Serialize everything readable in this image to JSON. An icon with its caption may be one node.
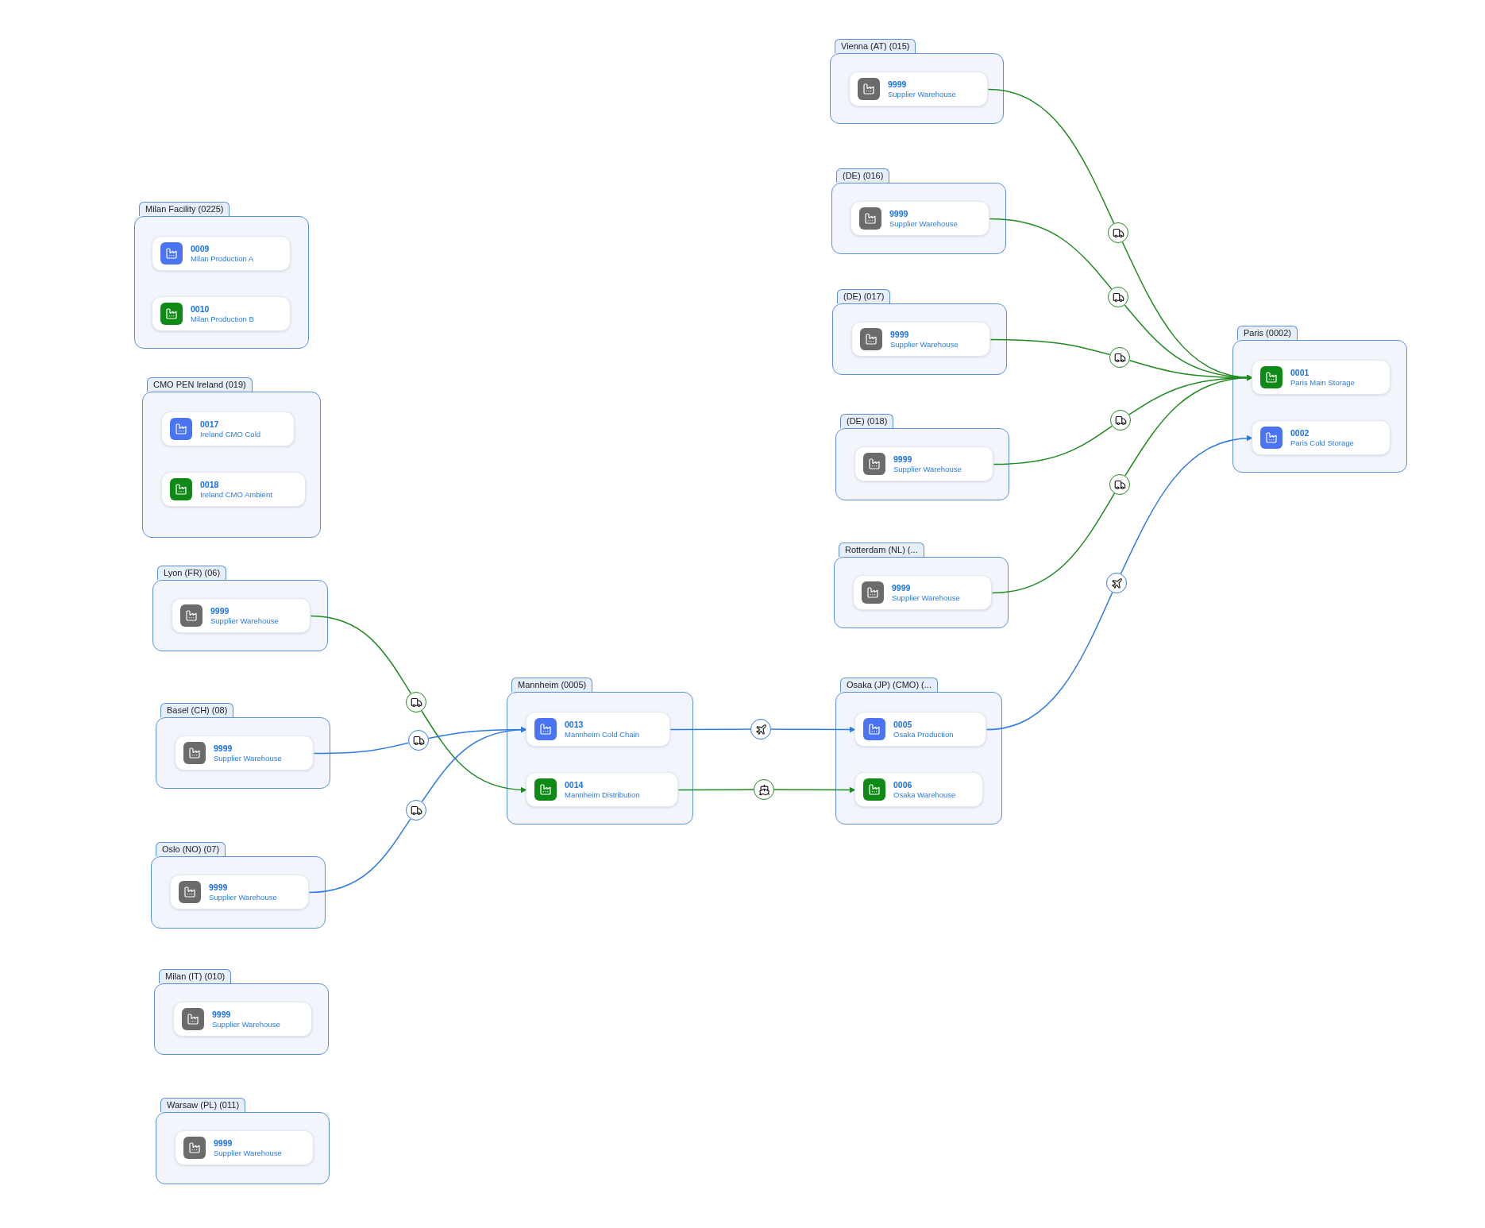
{
  "diagram": {
    "nodes": [
      {
        "text": [
          "Milan Facility (0225)"
        ]
      },
      {
        "text": [
          "0009",
          "Milan Production A"
        ],
        "in": 0
      },
      {
        "text": [
          "0010",
          "Milan Production B"
        ],
        "in": 0
      },
      {
        "text": [
          "CMO PEN Ireland (019)"
        ]
      },
      {
        "text": [
          "0017",
          "Ireland CMO Cold"
        ],
        "in": 3
      },
      {
        "text": [
          "0018",
          "Ireland CMO Ambient"
        ],
        "in": 3
      },
      {
        "text": [
          "Lyon (FR) (06)"
        ]
      },
      {
        "text": [
          "9999",
          "Supplier Warehouse"
        ],
        "in": 6
      },
      {
        "text": [
          "Basel (CH) (08)"
        ]
      },
      {
        "text": [
          "9999",
          "Supplier Warehouse"
        ],
        "in": 8
      },
      {
        "text": [
          "Oslo (NO) (07)"
        ]
      },
      {
        "text": [
          "9999",
          "Supplier Warehouse"
        ],
        "in": 10
      },
      {
        "text": [
          "Milan (IT) (010)"
        ]
      },
      {
        "text": [
          "9999",
          "Supplier Warehouse"
        ],
        "in": 12
      },
      {
        "text": [
          "Warsaw (PL) (011)"
        ]
      },
      {
        "text": [
          "9999",
          "Supplier Warehouse"
        ],
        "in": 14
      },
      {
        "text": [
          "Mannheim (0005)"
        ]
      },
      {
        "text": [
          "0013",
          "Mannheim Cold Chain"
        ],
        "in": 16
      },
      {
        "text": [
          "0014",
          "Mannheim Distribution"
        ],
        "in": 16
      },
      {
        "text": [
          "Osaka (JP) (CMO) (..."
        ]
      },
      {
        "text": [
          "0005",
          "Osaka Production"
        ],
        "in": 19
      },
      {
        "text": [
          "0006",
          "Osaka Warehouse"
        ],
        "in": 19
      },
      {
        "text": [
          "Vienna (AT) (015)"
        ]
      },
      {
        "text": [
          "9999",
          "Supplier Warehouse"
        ],
        "in": 22
      },
      {
        "text": [
          "(DE) (016)"
        ]
      },
      {
        "text": [
          "9999",
          "Supplier Warehouse"
        ],
        "in": 24
      },
      {
        "text": [
          "(DE) (017)"
        ]
      },
      {
        "text": [
          "9999",
          "Supplier Warehouse"
        ],
        "in": 26
      },
      {
        "text": [
          "(DE) (018)"
        ]
      },
      {
        "text": [
          "9999",
          "Supplier Warehouse"
        ],
        "in": 28
      },
      {
        "text": [
          "Rotterdam (NL) (..."
        ]
      },
      {
        "text": [
          "9999",
          "Supplier Warehouse"
        ],
        "in": 30
      },
      {
        "text": [
          "Paris (0002)"
        ]
      },
      {
        "text": [
          "0001",
          "Paris Main Storage"
        ],
        "in": 32
      },
      {
        "text": [
          "0002",
          "Paris Cold Storage"
        ],
        "in": 32
      },
      {
        "text": [],
        "shape": "circle"
      },
      {
        "text": [],
        "shape": "circle"
      },
      {
        "text": [],
        "shape": "circle"
      },
      {
        "text": [],
        "shape": "circle"
      },
      {
        "text": [],
        "shape": "circle"
      },
      {
        "text": [],
        "shape": "circle"
      },
      {
        "text": [],
        "shape": "circle"
      },
      {
        "text": [],
        "shape": "circle"
      },
      {
        "text": [],
        "shape": "circle"
      },
      {
        "text": [],
        "shape": "circle"
      },
      {
        "text": [],
        "shape": "circle"
      }
    ],
    "edges": [
      {
        "from": 7,
        "to": 35,
        "arrow": "none"
      },
      {
        "from": 35,
        "to": 18,
        "arrow": "to"
      },
      {
        "from": 9,
        "to": 36,
        "arrow": "none",
        "color": "#2f7be5"
      },
      {
        "from": 36,
        "to": 17,
        "arrow": "to",
        "color": "#2f7be5"
      },
      {
        "from": 11,
        "to": 37,
        "arrow": "none",
        "color": "#2f7be5"
      },
      {
        "from": 37,
        "to": 17,
        "arrow": "to",
        "color": "#2f7be5"
      },
      {
        "from": 17,
        "to": 38,
        "arrow": "none",
        "color": "#2f7be5"
      },
      {
        "from": 38,
        "to": 20,
        "arrow": "to",
        "color": "#2f7be5"
      },
      {
        "from": 18,
        "to": 39,
        "arrow": "none"
      },
      {
        "from": 39,
        "to": 21,
        "arrow": "to"
      },
      {
        "from": 23,
        "to": 40,
        "arrow": "none"
      },
      {
        "from": 40,
        "to": 33,
        "arrow": "to"
      },
      {
        "from": 25,
        "to": 41,
        "arrow": "none"
      },
      {
        "from": 41,
        "to": 33,
        "arrow": "to"
      },
      {
        "from": 27,
        "to": 42,
        "arrow": "none"
      },
      {
        "from": 42,
        "to": 33,
        "arrow": "to"
      },
      {
        "from": 29,
        "to": 43,
        "arrow": "none"
      },
      {
        "from": 43,
        "to": 33,
        "arrow": "to"
      },
      {
        "from": 31,
        "to": 44,
        "arrow": "none"
      },
      {
        "from": 44,
        "to": 33,
        "arrow": "to"
      },
      {
        "from": 20,
        "to": 45,
        "arrow": "none",
        "color": "#2f7be5"
      },
      {
        "from": 45,
        "to": 34,
        "arrow": "to",
        "color": "#2f7be5"
      }
    ]
  }
}
